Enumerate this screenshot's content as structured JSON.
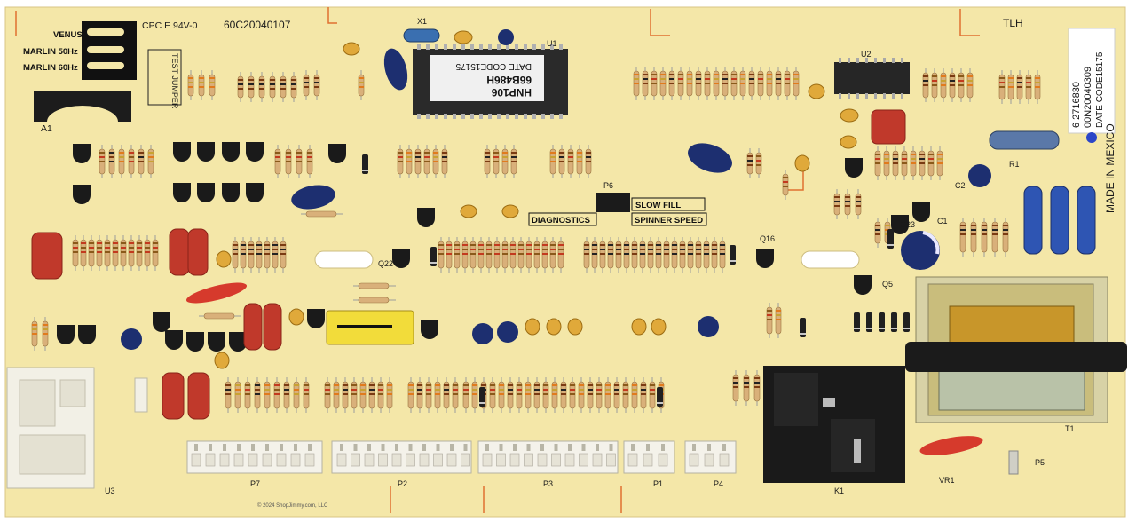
{
  "board": {
    "header_text": "CPC E 94V-0",
    "date_code_top": "60C20040107",
    "corner_tag": "TLH",
    "made_in": "MADE IN MEXICO",
    "part_label": {
      "line1": "6 2716830",
      "line2": "00N20040309",
      "line3": "DATE CODE15175"
    },
    "variants": [
      "VENUS",
      "MARLIN 50Hz",
      "MARLIN 60Hz"
    ],
    "jumper_label": "TEST JUMPER",
    "chip_u1": {
      "ref": "U1",
      "line1": "HNP106",
      "line2": "66B486H",
      "line3": "DATE CODE15175"
    },
    "ref_labels": {
      "u2": "U2",
      "u3": "U3",
      "x1": "X1",
      "a1": "A1",
      "k1": "K1",
      "t1": "T1",
      "vr1": "VR1",
      "p1": "P1",
      "p2": "P2",
      "p3": "P3",
      "p4": "P4",
      "p5": "P5",
      "p6": "P6",
      "p7": "P7",
      "c1": "C1",
      "c2": "C2",
      "r1": "R1",
      "q5": "Q5",
      "q16": "Q16",
      "q22": "Q22",
      "q23": "Q23"
    },
    "boxed_labels": [
      "SLOW FILL",
      "DIAGNOSTICS",
      "SPINNER SPEED"
    ],
    "copyright": "© 2024 ShopJimmy.com, LLC"
  }
}
